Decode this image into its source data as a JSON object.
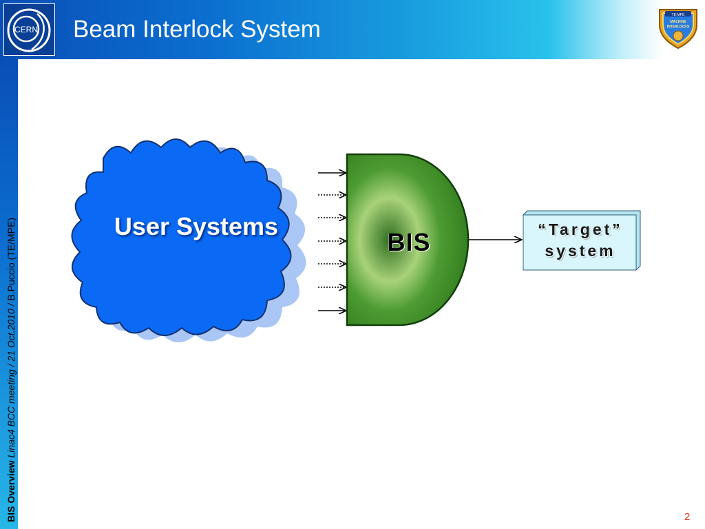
{
  "header": {
    "title": "Beam Interlock System",
    "logo_text": "CERN",
    "badge_lines": [
      "TE-MPE",
      "MACHINE",
      "INTERLOCKS"
    ]
  },
  "sidebar": {
    "footer_bold": "BIS Overview",
    "footer_italic": "Linac4 BCC meeting / 21 Oct.2010 /",
    "footer_author": "B.Puccio (TE/MPE)"
  },
  "diagram": {
    "source_label": "User Systems",
    "gate_label": "BIS",
    "target_line1": "“Target”",
    "target_line2": "system"
  },
  "page_number": "2",
  "colors": {
    "header_blue": "#0a4fb8",
    "cloud_blue": "#0a6af5",
    "cloud_shadow": "#a9c6f5",
    "gate_green": "#3d8a2a",
    "target_fill": "#d8f6fb",
    "page_number": "#e0301e"
  }
}
